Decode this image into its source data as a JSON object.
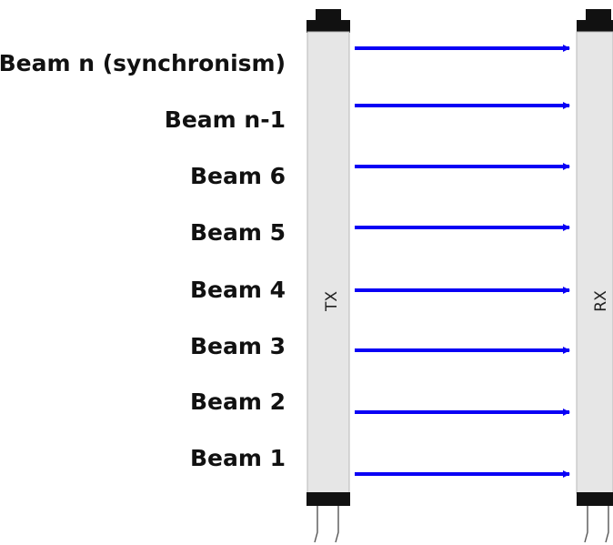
{
  "transmitter": {
    "label": "TX"
  },
  "receiver": {
    "label": "RX"
  },
  "beams": [
    {
      "label": "Beam n (synchronism)"
    },
    {
      "label": "Beam n-1"
    },
    {
      "label": "Beam 6"
    },
    {
      "label": "Beam 5"
    },
    {
      "label": "Beam 4"
    },
    {
      "label": "Beam 3"
    },
    {
      "label": "Beam 2"
    },
    {
      "label": "Beam 1"
    }
  ],
  "colors": {
    "beam": "#0a00f5",
    "housing": "#e6e6e6",
    "housing_stroke": "#b8b8b8",
    "cap": "#111111"
  }
}
